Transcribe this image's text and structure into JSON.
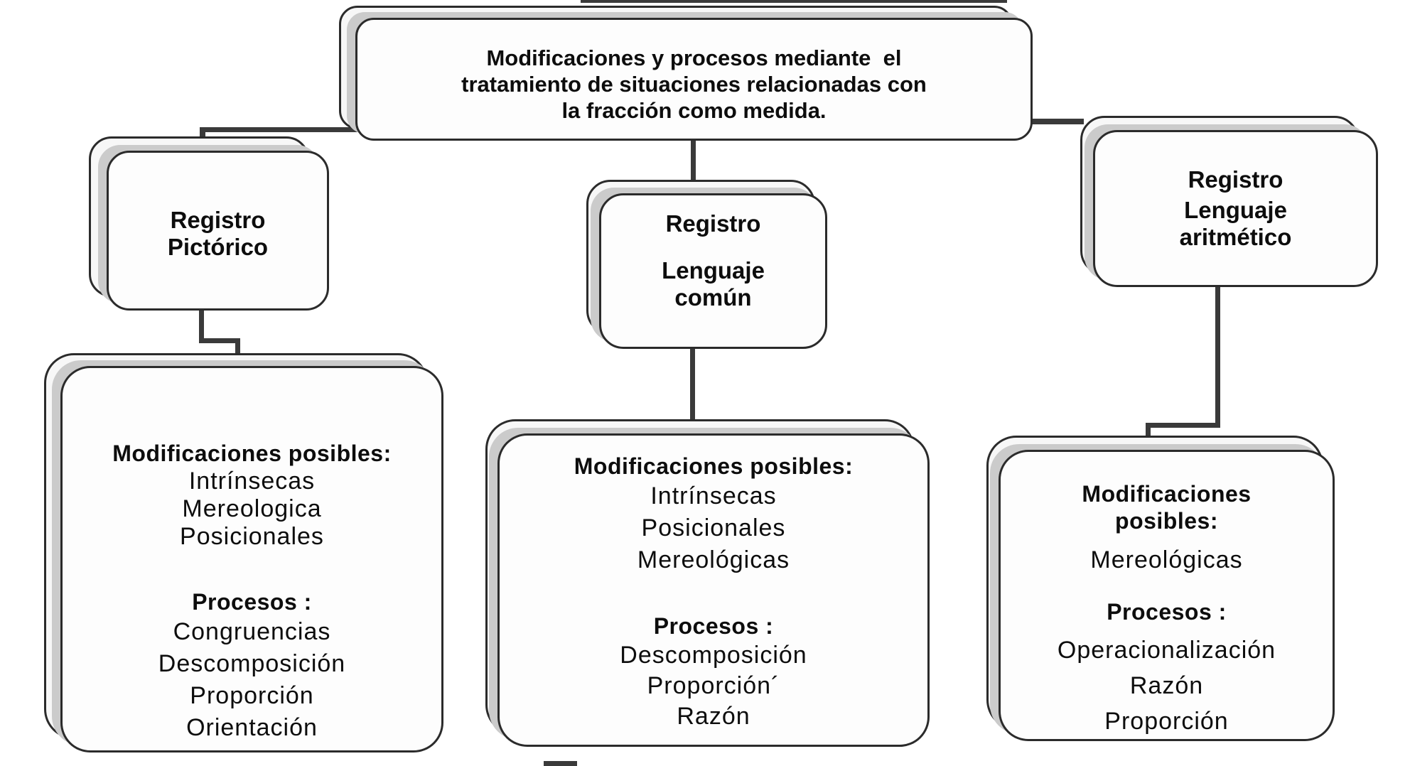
{
  "diagram": {
    "root_box": {
      "lines": [
        "Modificaciones y procesos mediante  el",
        "tratamiento de situaciones relacionadas con",
        "la fracción como medida."
      ]
    },
    "register_boxes": {
      "pictorico": {
        "lines": [
          "Registro",
          "Pictórico"
        ]
      },
      "lenguaje_comun": {
        "lines": [
          "Registro",
          "Lenguaje",
          "común"
        ]
      },
      "lenguaje_aritmetico": {
        "lines": [
          "Registro",
          "Lenguaje",
          "aritmético"
        ]
      }
    },
    "detail_boxes": {
      "pictorico": {
        "header": "Modificaciones posibles:",
        "modificaciones": [
          "Intrínsecas",
          "Mereologica",
          "Posicionales"
        ],
        "procesos_header": "Procesos :",
        "procesos": [
          "Congruencias",
          "Descomposición",
          "Proporción",
          "Orientación"
        ]
      },
      "lenguaje_comun": {
        "header": "Modificaciones posibles:",
        "modificaciones": [
          "Intrínsecas",
          "Posicionales",
          "Mereológicas"
        ],
        "procesos_header": "Procesos :",
        "procesos": [
          "Descomposición",
          "Proporción´",
          "Razón"
        ]
      },
      "lenguaje_aritmetico": {
        "header_line1": "Modificaciones",
        "header_line2": "posibles:",
        "modificaciones": [
          "Mereológicas"
        ],
        "procesos_header": "Procesos :",
        "procesos": [
          "Operacionalización",
          "Razón",
          "Proporción"
        ]
      }
    }
  },
  "colors": {
    "background": "#ffffff",
    "box_fill": "#fcfcfc",
    "box_border": "#2b2b2b",
    "stack_shadow": "#cbcbcb",
    "connector": "#3a3a3a",
    "text": "#0d0d0d"
  }
}
